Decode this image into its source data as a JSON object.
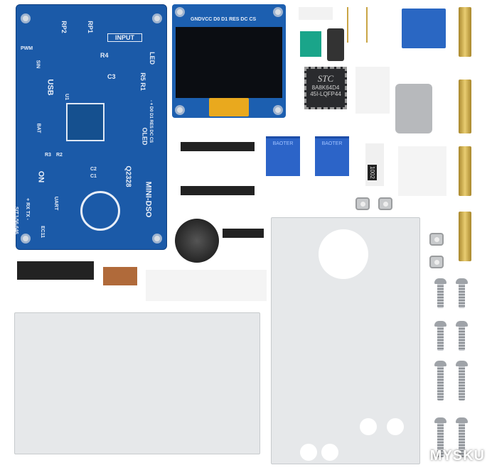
{
  "pcb": {
    "labels": [
      "RP2",
      "RP1",
      "INPUT",
      "PWM",
      "SIN",
      "USB",
      "R4",
      "LED",
      "C3",
      "R5",
      "R1",
      "U1",
      "BAT",
      "OLED",
      "R3",
      "R2",
      "C2",
      "C1",
      "ON",
      "Q2328",
      "MINI-DSO",
      "UART",
      "+ RX TX -",
      "SITJ-56-646",
      "EC11"
    ],
    "oled_pins_silk": "- + D0 D1 RES DC CS"
  },
  "oled": {
    "pins": "GNDVCC D0  D1 RES DC  CS"
  },
  "mcu": {
    "brand": "STC",
    "part": "8A8K64D4",
    "package": "45I-LQFP44"
  },
  "resistor_code": "1002",
  "trimmer_label": "BAOTER",
  "watermark": "MYSKU",
  "colors": {
    "pcb": "#1b5aa8",
    "acrylic": "#e6e8ea",
    "standoff": "#d8b95a"
  }
}
